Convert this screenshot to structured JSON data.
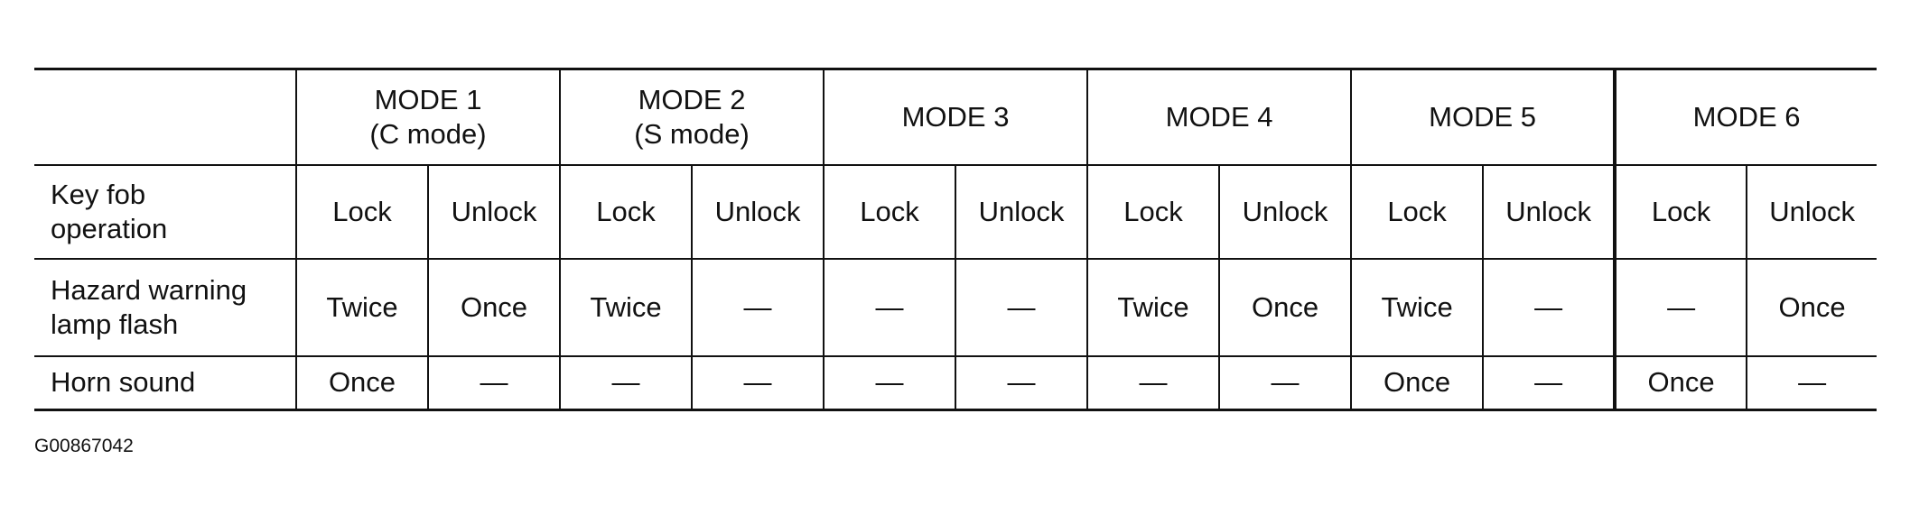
{
  "table": {
    "modes": [
      {
        "line1": "MODE 1",
        "line2": "(C mode)"
      },
      {
        "line1": "MODE 2",
        "line2": "(S mode)"
      },
      {
        "line1": "MODE 3",
        "line2": ""
      },
      {
        "line1": "MODE 4",
        "line2": ""
      },
      {
        "line1": "MODE 5",
        "line2": ""
      },
      {
        "line1": "MODE 6",
        "line2": ""
      }
    ],
    "rows": [
      {
        "label_line1": "Key fob",
        "label_line2": "operation",
        "cells": [
          "Lock",
          "Unlock",
          "Lock",
          "Unlock",
          "Lock",
          "Unlock",
          "Lock",
          "Unlock",
          "Lock",
          "Unlock",
          "Lock",
          "Unlock"
        ]
      },
      {
        "label_line1": "Hazard warning",
        "label_line2": "lamp flash",
        "cells": [
          "Twice",
          "Once",
          "Twice",
          "—",
          "—",
          "—",
          "Twice",
          "Once",
          "Twice",
          "—",
          "—",
          "Once"
        ]
      },
      {
        "label_line1": "Horn sound",
        "label_line2": "",
        "cells": [
          "Once",
          "—",
          "—",
          "—",
          "—",
          "—",
          "—",
          "—",
          "Once",
          "—",
          "Once",
          "—"
        ]
      }
    ]
  },
  "figure_code": "G00867042"
}
